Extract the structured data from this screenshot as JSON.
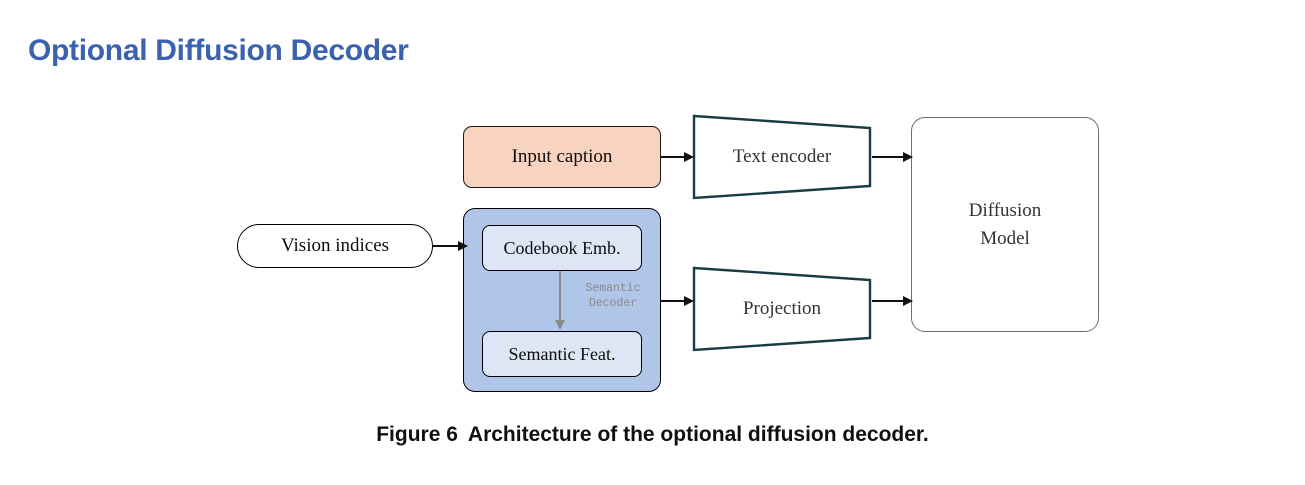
{
  "slide": {
    "title": "Optional Diffusion Decoder",
    "title_color": "#3A62AE",
    "background": "#ffffff"
  },
  "diagram": {
    "nodes": {
      "vision_indices": {
        "label": "Vision indices",
        "shape": "stadium",
        "fill": "#ffffff",
        "stroke": "#000000"
      },
      "input_caption": {
        "label": "Input caption",
        "shape": "rounded-rect",
        "fill": "#F7D3C0",
        "stroke": "#1a1a1a"
      },
      "semantic_container": {
        "shape": "rounded-rect",
        "fill": "#AFC6E9",
        "stroke": "#000000"
      },
      "codebook_emb": {
        "label": "Codebook Emb.",
        "shape": "rounded-rect",
        "fill": "#DCE6F5",
        "stroke": "#000000"
      },
      "semantic_feat": {
        "label": "Semantic Feat.",
        "shape": "rounded-rect",
        "fill": "#DCE6F5",
        "stroke": "#000000"
      },
      "semantic_decoder": {
        "label_line1": "Semantic",
        "label_line2": "Decoder",
        "color": "#8a8a8a"
      },
      "text_encoder": {
        "label": "Text encoder",
        "shape": "trapezoid",
        "fill": "#ffffff",
        "stroke": "#1B3A47"
      },
      "projection": {
        "label": "Projection",
        "shape": "trapezoid",
        "fill": "#ffffff",
        "stroke": "#1B3A47"
      },
      "diffusion_model": {
        "label_line1": "Diffusion",
        "label_line2": "Model",
        "shape": "rounded-rect",
        "fill": "#ffffff",
        "stroke": "#6e6e6e"
      }
    },
    "edges": [
      {
        "from": "vision_indices",
        "to": "semantic_container",
        "style": "arrow",
        "color": "#111111"
      },
      {
        "from": "codebook_emb",
        "to": "semantic_feat",
        "style": "arrow",
        "color": "#8a8a8a"
      },
      {
        "from": "input_caption",
        "to": "text_encoder",
        "style": "arrow",
        "color": "#111111"
      },
      {
        "from": "semantic_container",
        "to": "projection",
        "style": "arrow",
        "color": "#111111"
      },
      {
        "from": "text_encoder",
        "to": "diffusion_model",
        "style": "arrow",
        "color": "#111111"
      },
      {
        "from": "projection",
        "to": "diffusion_model",
        "style": "arrow",
        "color": "#111111"
      }
    ]
  },
  "caption": {
    "number": "Figure 6",
    "text": "Architecture of the optional diffusion decoder."
  }
}
